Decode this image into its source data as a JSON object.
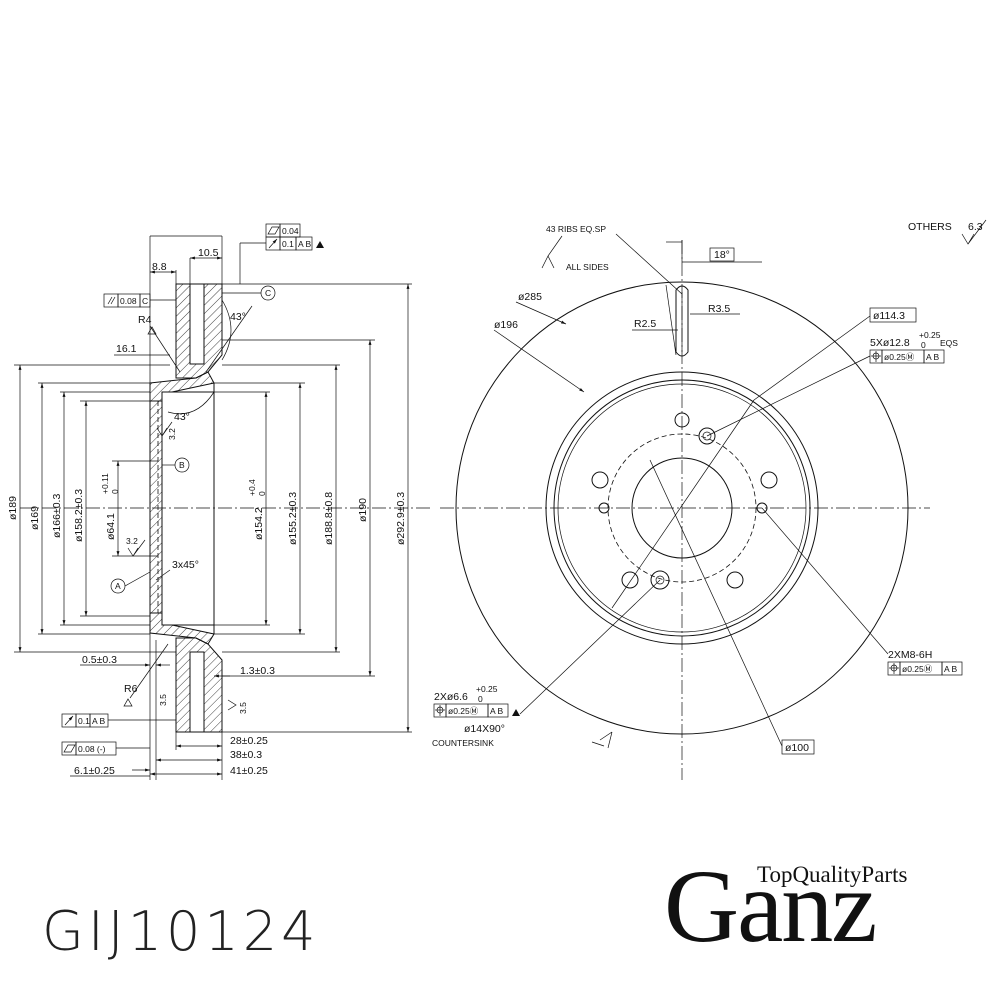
{
  "part_number": "GIJ10124",
  "brand": {
    "name": "Ganz",
    "tagline": "TopQualityParts"
  },
  "section_view": {
    "dims_vertical": [
      "ø189",
      "ø169",
      "ø166±0.3",
      "ø158.2±0.3",
      "ø64.1",
      "+0.11",
      "0",
      "ø154.2",
      "+0.4",
      "0",
      "ø155.2±0.3",
      "ø188.8±0.8",
      "ø190",
      "ø292.9±0.3"
    ],
    "dims_horizontal": [
      "8.8",
      "10.5",
      "16.1",
      "0.5±0.3",
      "1.3±0.3",
      "28±0.25",
      "38±0.3",
      "41±0.25",
      "6.1±0.25"
    ],
    "radii": [
      "R4",
      "R6"
    ],
    "angles": [
      "43°",
      "43°"
    ],
    "chamfer": "3x45°",
    "surface": [
      "3.2",
      "3.2",
      "3.5",
      "3.5"
    ],
    "datums": [
      "A",
      "B",
      "C"
    ],
    "gdt_flatness": "0.04",
    "gdt_runout_top": "0.1",
    "gdt_runout_top_refs": "A B",
    "gdt_parallel": "0.08",
    "gdt_parallel_ref": "C",
    "gdt_runout_bottom": "0.1",
    "gdt_runout_bottom_refs": "A B",
    "gdt_flatness_bottom": "0.08 (-)"
  },
  "front_view": {
    "ribs": "43 RIBS EQ.SP",
    "all_sides": "ALL SIDES",
    "others": "OTHERS",
    "others_value": "6.3",
    "angle": "18°",
    "r35": "R3.5",
    "r25": "R2.5",
    "d285": "ø285",
    "d196": "ø196",
    "d1143": "ø114.3",
    "studs": "5Xø12.8",
    "studs_tol_top": "+0.25",
    "studs_tol_bot": "0",
    "studs_eqs": "EQS",
    "pos_tol_1": "ø0.25Ⓜ",
    "pos_refs_1": "A B",
    "thread": "2XM8-6H",
    "pos_tol_2": "ø0.25Ⓜ",
    "pos_refs_2": "A B",
    "holes": "2Xø6.6",
    "holes_tol_top": "+0.25",
    "holes_tol_bot": "0",
    "pos_tol_3": "ø0.25Ⓜ",
    "pos_refs_3": "A B",
    "csk": "ø14X90°",
    "countersink": "COUNTERSINK",
    "d100": "ø100"
  }
}
